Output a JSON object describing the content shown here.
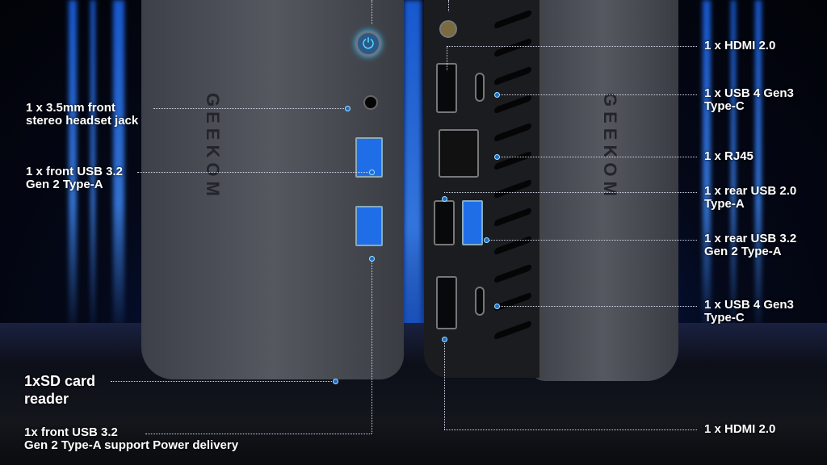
{
  "brand_logo": "GEEKOM",
  "colors": {
    "accent": "#1f6ee8",
    "glow": "#3cc6ff",
    "background": "#05070f"
  },
  "left_labels": [
    {
      "text": "1 x 3.5mm front stereo headset jack",
      "line1": "1 x 3.5mm front",
      "line2": "stereo headset jack"
    },
    {
      "text": "1 x front USB 3.2 Gen 2 Type-A",
      "line1": "1 x front USB 3.2",
      "line2": "Gen 2 Type-A"
    },
    {
      "text": "1xSD card reader",
      "line1": "1xSD card",
      "line2": "reader"
    },
    {
      "text": "1x front USB 3.2 Gen 2 Type-A support Power delivery",
      "line1": "1x front USB 3.2",
      "line2": "Gen 2 Type-A support Power delivery"
    }
  ],
  "right_labels": [
    {
      "line1": "1 x HDMI 2.0",
      "line2": ""
    },
    {
      "line1": "1 x USB 4 Gen3",
      "line2": "Type-C"
    },
    {
      "line1": "1 x RJ45",
      "line2": ""
    },
    {
      "line1": "1 x rear USB 2.0",
      "line2": "Type-A"
    },
    {
      "line1": "1 x rear USB 3.2",
      "line2": "Gen 2 Type-A"
    },
    {
      "line1": "1 x USB 4 Gen3",
      "line2": "Type-C"
    },
    {
      "line1": "1 x HDMI 2.0",
      "line2": ""
    }
  ]
}
